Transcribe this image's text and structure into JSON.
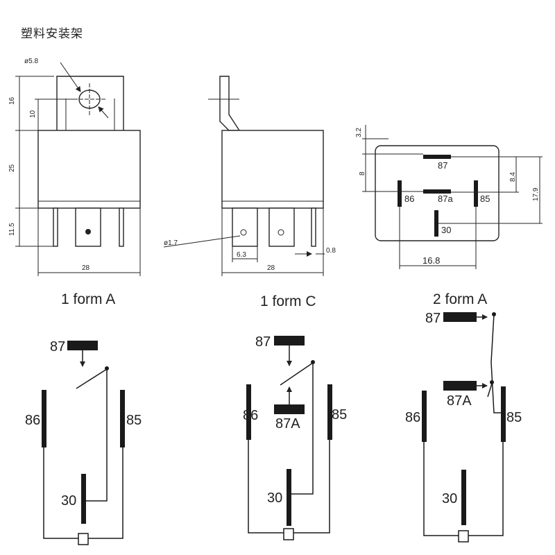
{
  "title": "塑料安装架",
  "views": {
    "left": {
      "hole_diameter": "ø5.8",
      "dims_vertical": [
        "16",
        "10",
        "25",
        "11.5"
      ],
      "width": "28"
    },
    "middle": {
      "pin_hole": "ø1.7",
      "pin_width": "6.3",
      "width": "28",
      "pin_thickness": "0.8"
    },
    "right": {
      "dims_left": [
        "3.2",
        "8"
      ],
      "dims_right": [
        "8.4",
        "17.9"
      ],
      "pin_spacing": "16.8",
      "pins": [
        "87",
        "87a",
        "86",
        "85",
        "30"
      ]
    }
  },
  "schematics": [
    {
      "form": "1 form A",
      "labels": [
        "87",
        "86",
        "85",
        "30"
      ]
    },
    {
      "form": "1 form C",
      "labels": [
        "87",
        "86",
        "87A",
        "85",
        "30"
      ]
    },
    {
      "form": "2 form A",
      "labels": [
        "87",
        "87A",
        "86",
        "85",
        "30"
      ]
    }
  ]
}
